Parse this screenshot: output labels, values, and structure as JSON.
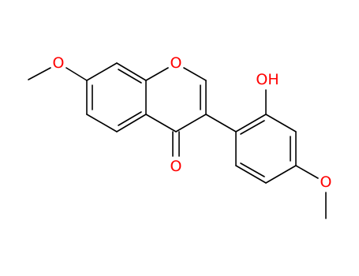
{
  "colors": {
    "bond": "#000000",
    "oxygen": "#ff0000",
    "background": "#ffffff"
  },
  "atoms": {
    "ring_oxygen": "O",
    "carbonyl_oxygen": "O",
    "hydroxyl": "OH",
    "methoxy_left_oxygen": "O",
    "methoxy_right_oxygen": "O"
  }
}
